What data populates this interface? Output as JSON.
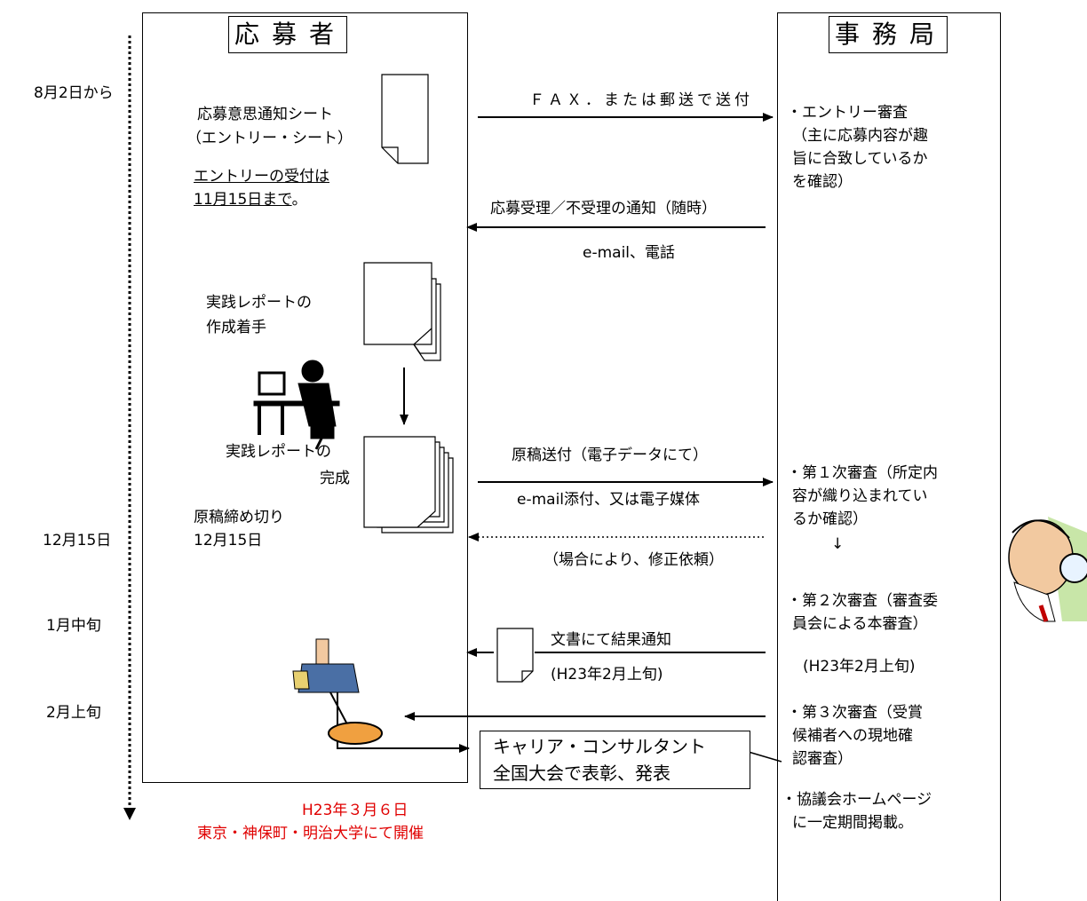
{
  "lanes": {
    "applicant": "応募者",
    "secretariat": "事務局"
  },
  "timeline": {
    "t1": "8月2日から",
    "t2": "12月15日",
    "t3": "1月中旬",
    "t4": "2月上旬"
  },
  "applicant": {
    "entry_sheet": "応募意思通知シート",
    "entry_sheet_sub": "（エントリー・シート）",
    "entry_deadline_1": "エントリーの受付は",
    "entry_deadline_2": "11月15日まで",
    "entry_deadline_tail": "。",
    "report_start_1": "実践レポートの",
    "report_start_2": "作成着手",
    "report_done_1": "実践レポートの",
    "report_done_2": "完成",
    "draft_deadline_1": "原稿締め切り",
    "draft_deadline_2": "12月15日"
  },
  "flows": {
    "f1": "ＦＡＸ．または郵送で送付",
    "f2": "応募受理／不受理の通知（随時）",
    "f2_sub": "e-mail、電話",
    "f3": "原稿送付（電子データにて）",
    "f3_sub": "e-mail添付、又は電子媒体",
    "f4": "（場合により、修正依頼）",
    "f5": "文書にて結果通知",
    "f5_sub": "(H23年2月上旬)"
  },
  "secretariat": {
    "entry_review_1": "・エントリー審査",
    "entry_review_2": "（主に応募内容が趣",
    "entry_review_3": "旨に合致しているか",
    "entry_review_4": "を確認）",
    "first_1": "・第１次審査（所定内",
    "first_2": "容が織り込まれてい",
    "first_3": "るか確認）",
    "down_arrow": "↓",
    "second_1": "・第２次審査（審査委",
    "second_2": "員会による本審査）",
    "second_date": "(H23年2月上旬)",
    "third_1": "・第３次審査（受賞",
    "third_2": "候補者への現地確",
    "third_3": "認審査）",
    "hp_1": "・協議会ホームページ",
    "hp_2": "に一定期間掲載。"
  },
  "award": {
    "box_1": "キャリア・コンサルタント",
    "box_2": "全国大会で表彰、発表",
    "date": "H23年３月６日",
    "venue": "東京・神保町・明治大学にて開催"
  },
  "colors": {
    "accent": "#e00000",
    "line": "#000000"
  }
}
